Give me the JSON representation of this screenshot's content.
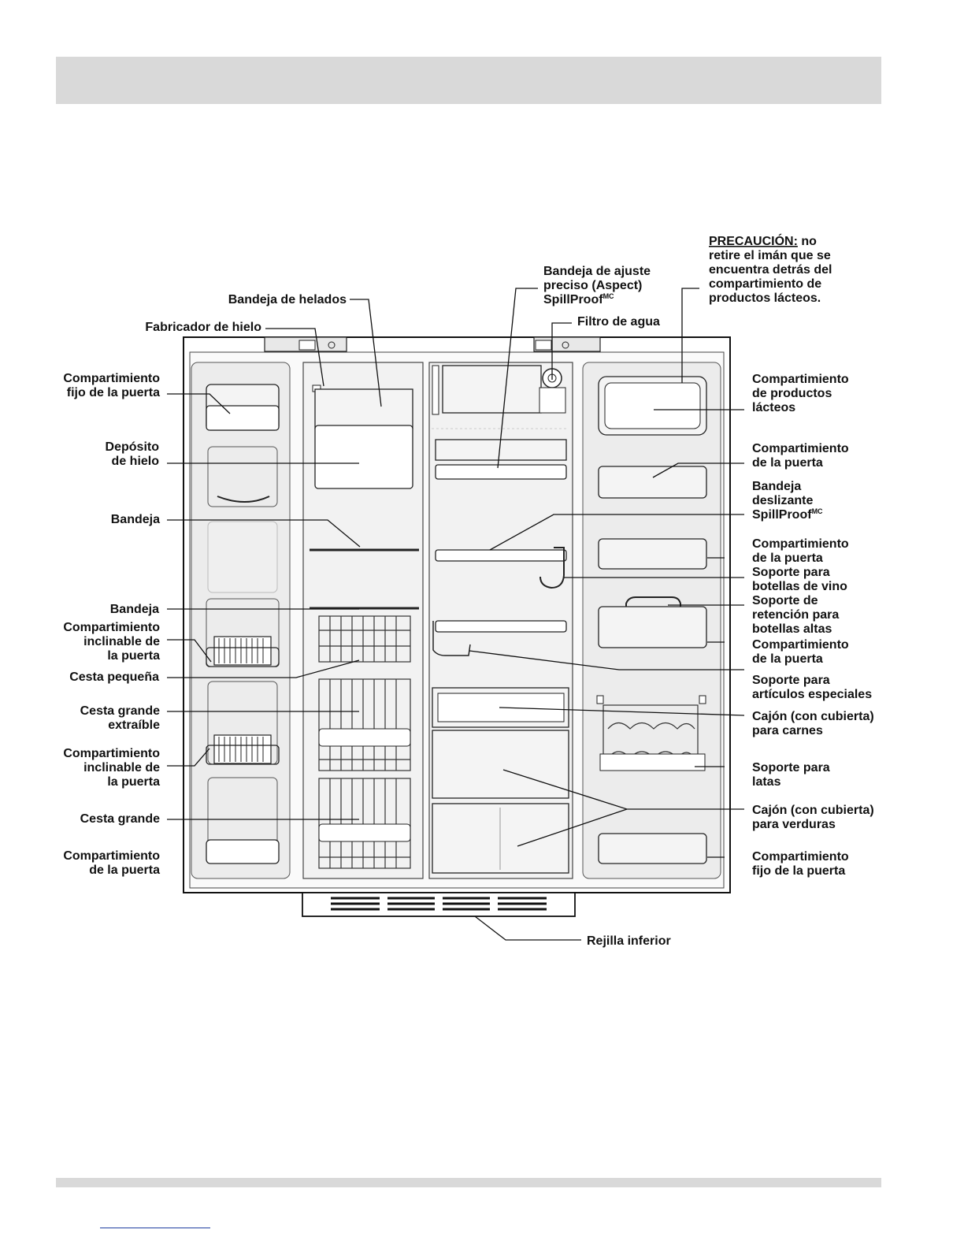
{
  "labels": {
    "bandeja_helados": "Bandeja de helados",
    "fabricador_hielo": "Fabricador de hielo",
    "comp_fijo_left_1": "Compartimiento",
    "comp_fijo_left_2": "fijo de la puerta",
    "deposito_1": "Depósito",
    "deposito_2": "de hielo",
    "bandeja_1": "Bandeja",
    "bandeja_2": "Bandeja",
    "comp_incl_a_1": "Compartimiento",
    "comp_incl_a_2": "inclinable de",
    "comp_incl_a_3": "la puerta",
    "cesta_pequena": "Cesta pequeña",
    "cesta_grande_ext_1": "Cesta grande",
    "cesta_grande_ext_2": "extraíble",
    "comp_incl_b_1": "Compartimiento",
    "comp_incl_b_2": "inclinable de",
    "comp_incl_b_3": "la puerta",
    "cesta_grande": "Cesta grande",
    "comp_puerta_left_1": "Compartimiento",
    "comp_puerta_left_2": "de la puerta",
    "aspect_1": "Bandeja de ajuste",
    "aspect_2": "preciso (Aspect)",
    "aspect_3": "SpillProof",
    "aspect_sup": "MC",
    "filtro_agua": "Filtro de agua",
    "precaucion_head": "PRECAUCIÓN:",
    "precaucion_1": " no",
    "precaucion_2": "retire el imán que se",
    "precaucion_3": "encuentra detrás del",
    "precaucion_4": "compartimiento de",
    "precaucion_5": "productos lácteos.",
    "lacteos_1": "Compartimiento",
    "lacteos_2": "de productos",
    "lacteos_3": "lácteos",
    "comp_puerta_r1_1": "Compartimiento",
    "comp_puerta_r1_2": "de la puerta",
    "deslizante_1": "Bandeja",
    "deslizante_2": "deslizante",
    "deslizante_3": "SpillProof",
    "deslizante_sup": "MC",
    "comp_puerta_r2_1": "Compartimiento",
    "comp_puerta_r2_2": "de la puerta",
    "vino_1": "Soporte para",
    "vino_2": "botellas de vino",
    "retencion_1": "Soporte de",
    "retencion_2": "retención para",
    "retencion_3": "botellas altas",
    "comp_puerta_r3_1": "Compartimiento",
    "comp_puerta_r3_2": "de la puerta",
    "especiales_1": "Soporte para",
    "especiales_2": "artículos especiales",
    "carnes_1": "Cajón (con cubierta)",
    "carnes_2": "para carnes",
    "latas_1": "Soporte para",
    "latas_2": "latas",
    "verduras_1": "Cajón (con cubierta)",
    "verduras_2": "para verduras",
    "comp_fijo_right_1": "Compartimiento",
    "comp_fijo_right_2": "fijo de la puerta",
    "rejilla": "Rejilla inferior"
  }
}
